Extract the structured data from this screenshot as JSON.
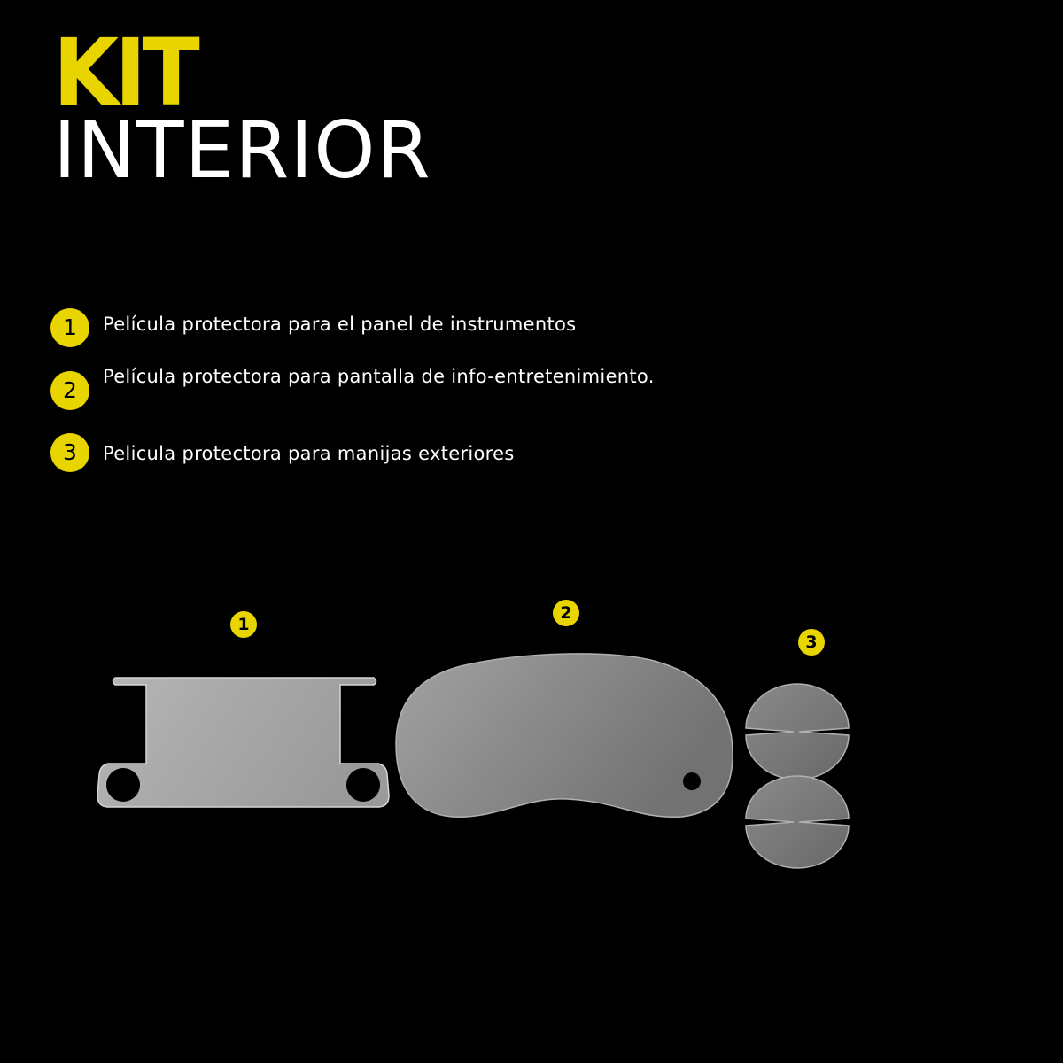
{
  "title": {
    "line1": "KIT",
    "line2": "INTERIOR"
  },
  "legend": [
    {
      "number": "1",
      "text": "Película protectora para el panel de instrumentos"
    },
    {
      "number": "2",
      "text": "Película protectora para pantalla de info-entretenimiento."
    },
    {
      "number": "3",
      "text": "Pelicula protectora para manijas exteriores"
    }
  ],
  "pieces": [
    {
      "number": "1"
    },
    {
      "number": "2"
    },
    {
      "number": "3"
    }
  ],
  "colors": {
    "background": "#000000",
    "accent": "#e8d500",
    "text": "#ffffff",
    "film": "#9a9a9a"
  }
}
